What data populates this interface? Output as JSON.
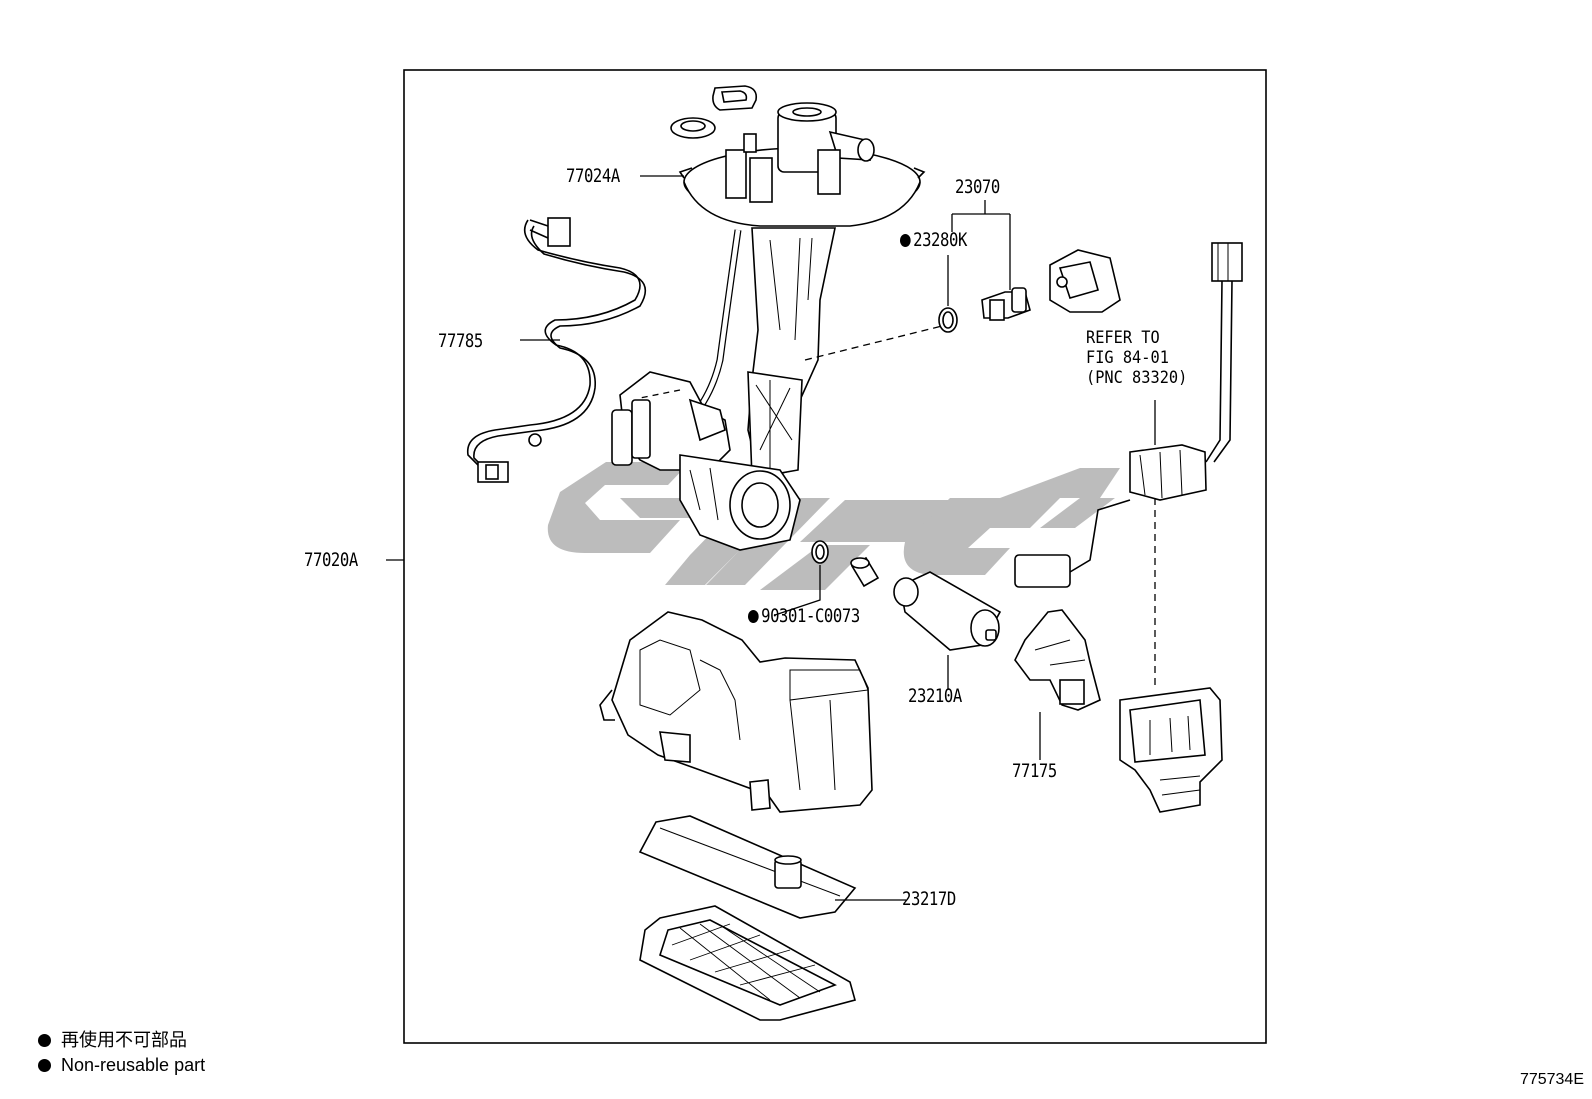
{
  "labels": {
    "p77024A": "77024A",
    "p23070": "23070",
    "p23280K": "23280K",
    "p77785": "77785",
    "p77020A": "77020A",
    "p90301": "90301-C0073",
    "p23210A": "23210A",
    "p77175": "77175",
    "p23217D": "23217D"
  },
  "refer_note": {
    "line1": "REFER TO",
    "line2": "FIG 84-01",
    "line3": "(PNC 83320)"
  },
  "legend": {
    "japanese": "再使用不可部品",
    "english": "Non-reusable part"
  },
  "figure_code": "775734E",
  "colors": {
    "ink": "#000000",
    "watermark": "#b5b5b5",
    "background": "#ffffff"
  }
}
